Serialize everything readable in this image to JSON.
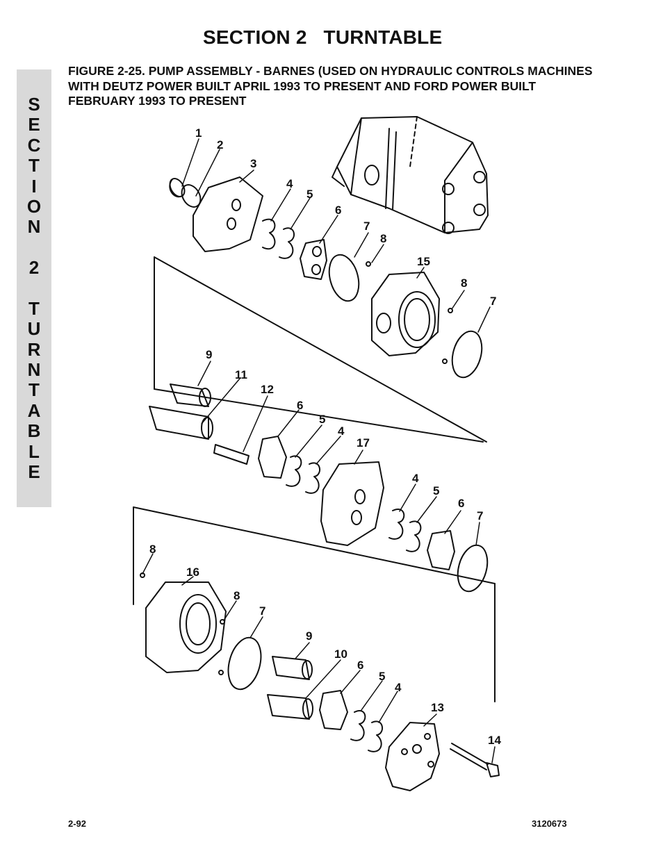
{
  "header": {
    "title": "SECTION 2   TURNTABLE"
  },
  "caption": "FIGURE 2-25.  PUMP ASSEMBLY - BARNES (USED ON HYDRAULIC CONTROLS MACHINES WITH DEUTZ POWER BUILT APRIL 1993 TO PRESENT AND FORD POWER BUILT FEBRUARY 1993 TO PRESENT",
  "side_tab": {
    "letters": [
      "S",
      "E",
      "C",
      "T",
      "I",
      "O",
      "N",
      "",
      "2",
      "",
      "T",
      "U",
      "R",
      "N",
      "T",
      "A",
      "B",
      "L",
      "E"
    ]
  },
  "callouts": [
    "1",
    "2",
    "3",
    "4",
    "5",
    "6",
    "7",
    "8",
    "15",
    "8",
    "7",
    "9",
    "11",
    "12",
    "6",
    "5",
    "4",
    "17",
    "4",
    "5",
    "6",
    "7",
    "8",
    "16",
    "8",
    "7",
    "9",
    "10",
    "6",
    "5",
    "4",
    "13",
    "14"
  ],
  "footer": {
    "page_number": "2-92",
    "doc_number": "3120673"
  }
}
